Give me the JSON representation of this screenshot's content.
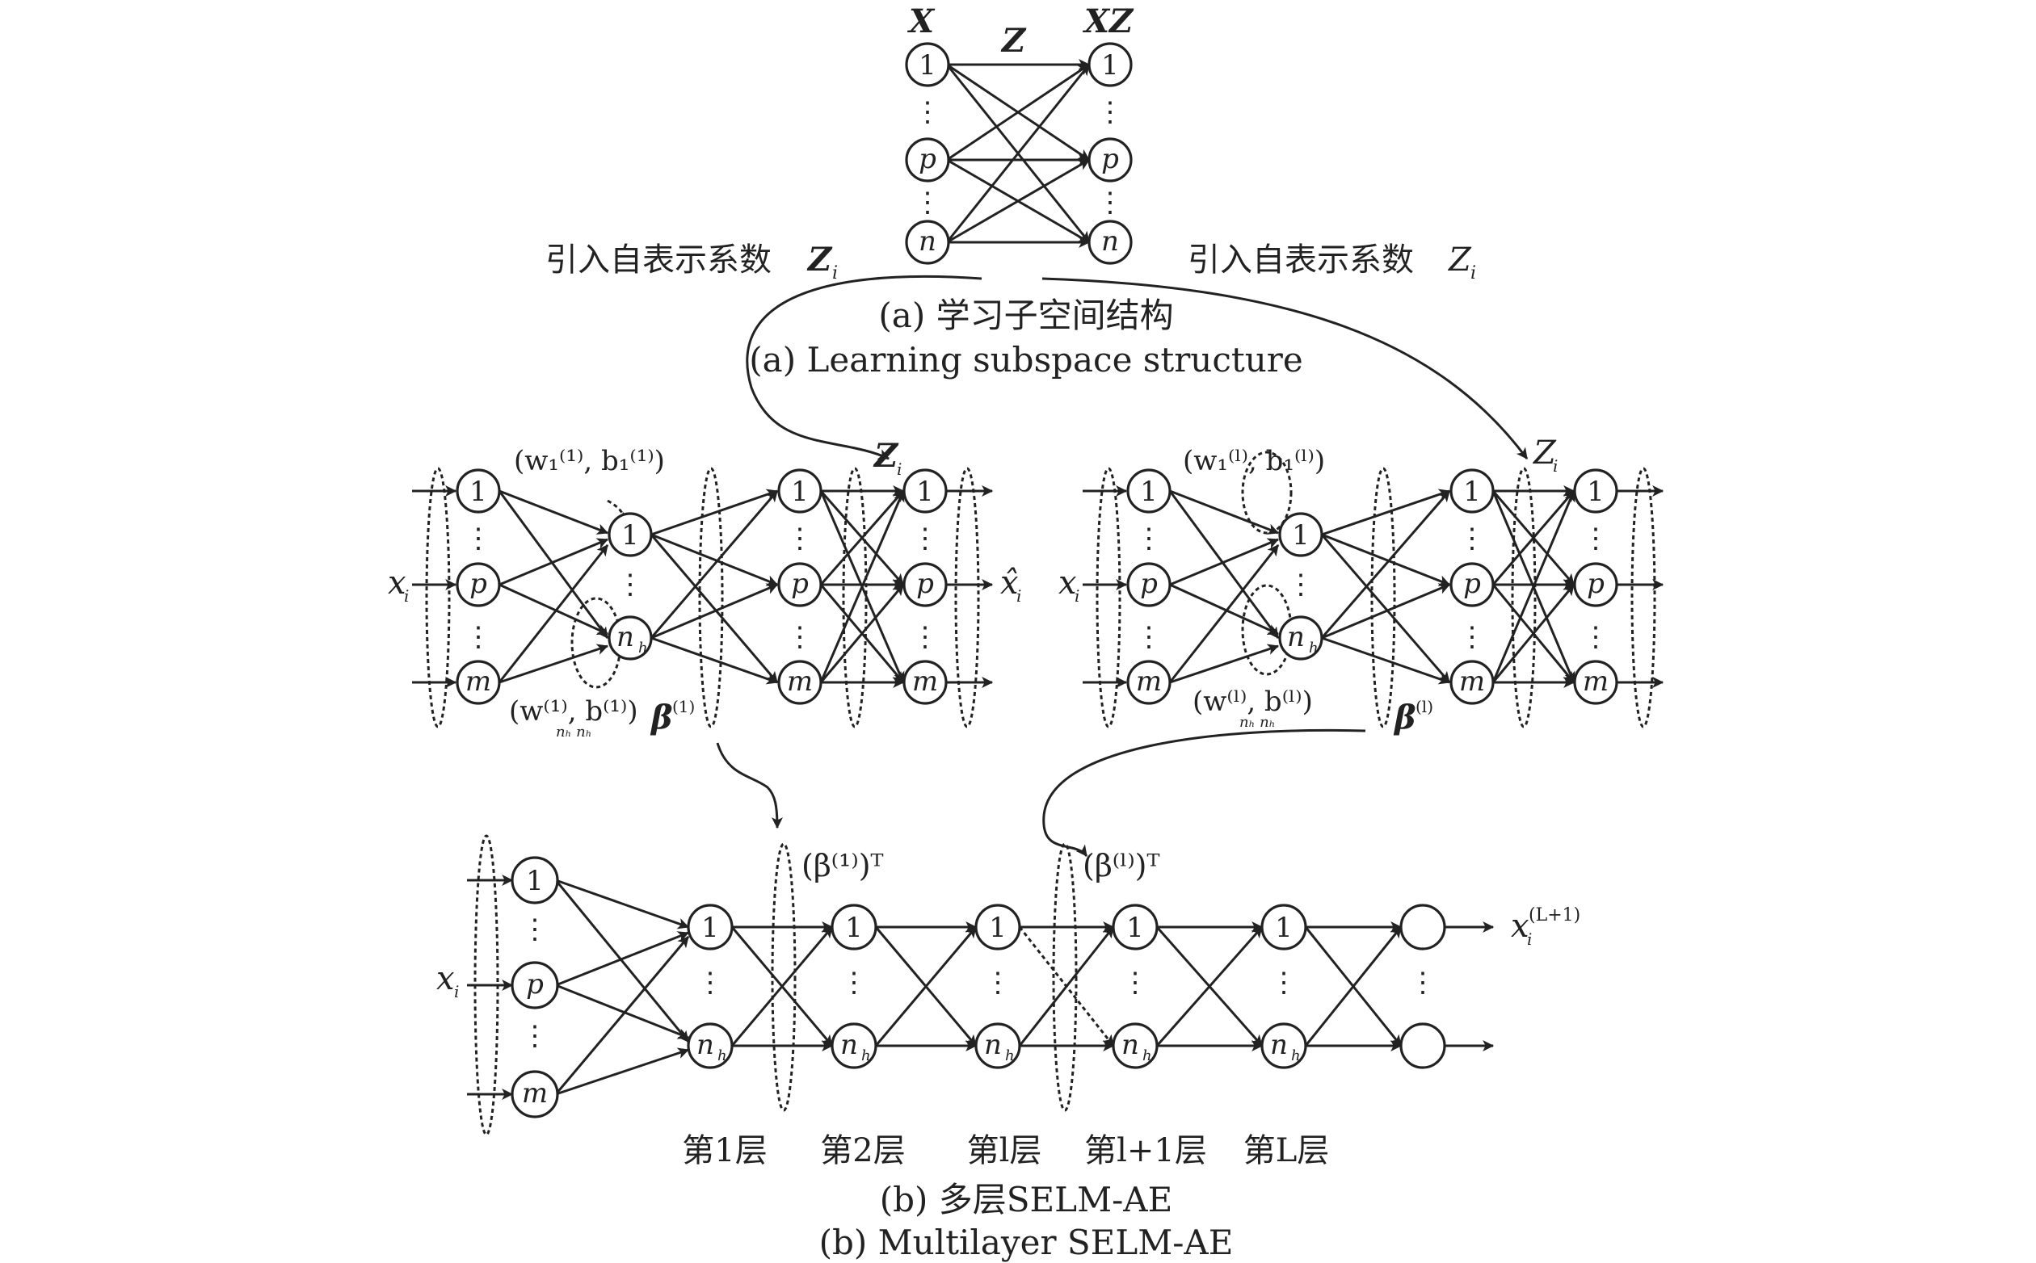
{
  "panel_a": {
    "label_X": "X",
    "label_Z": "Z",
    "label_XZ": "XZ",
    "nodes": [
      "1",
      "p",
      "n"
    ],
    "intro_left": "引入自表示系数",
    "intro_left_sym": "Z",
    "intro_left_sub": "i",
    "intro_right": "引入自表示系数",
    "intro_right_sym": "Z",
    "intro_right_sub": "i",
    "caption_cn": "(a) 学习子空间结构",
    "caption_en": "(a) Learning subspace structure"
  },
  "panel_left": {
    "input": "x",
    "input_sub": "i",
    "output": "x̂",
    "output_sub": "i",
    "in_nodes": [
      "1",
      "p",
      "m"
    ],
    "hidden_nodes": [
      "1",
      "n"
    ],
    "hidden_sub": "h",
    "top_weight": "(w₁⁽¹⁾, b₁⁽¹⁾)",
    "bottom_weight": "(w⁽¹⁾, b⁽¹⁾)",
    "bottom_weight_sub": "nₕ   nₕ",
    "beta": "β",
    "beta_sup": "(1)",
    "z_label": "Z",
    "z_sub": "i"
  },
  "panel_right": {
    "input": "x",
    "input_sub": "i",
    "top_weight": "(w₁⁽ˡ⁾, b₁⁽ˡ⁾)",
    "bottom_weight": "(w⁽ˡ⁾, b⁽ˡ⁾)",
    "bottom_weight_sub": "nₕ   nₕ",
    "beta": "β",
    "beta_sup": "(l)",
    "z_label": "Z",
    "z_sub": "i"
  },
  "panel_b": {
    "input": "x",
    "input_sub": "i",
    "output": "x",
    "output_sub": "i",
    "output_sup": "(L+1)",
    "beta1": "(β⁽¹⁾)ᵀ",
    "betal": "(β⁽ˡ⁾)ᵀ",
    "layers": [
      "第1层",
      "第2层",
      "第l层",
      "第l+1层",
      "第L层"
    ],
    "caption_cn": "(b) 多层SELM-AE",
    "caption_en": "(b) Multilayer SELM-AE"
  }
}
